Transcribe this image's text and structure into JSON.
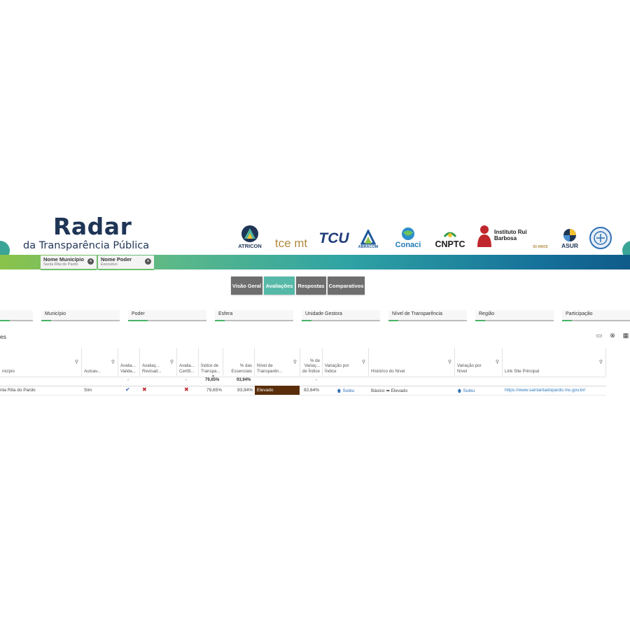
{
  "brand": {
    "title": "Radar",
    "subtitle": "da Transparência Pública"
  },
  "partners": [
    {
      "name": "ATRICON",
      "icon": "atricon-logo",
      "color": "#1f3556"
    },
    {
      "name": "tce mt",
      "icon": "tce-mt-logo",
      "color": "#b08a3e"
    },
    {
      "name": "TCU",
      "icon": "tcu-logo",
      "color": "#1f3c7a"
    },
    {
      "name": "ABRACOM",
      "icon": "abracom-logo",
      "color": "#1f5a9a"
    },
    {
      "name": "Conaci",
      "icon": "conaci-logo",
      "color": "#1f7bb5"
    },
    {
      "name": "CNPTC",
      "icon": "cnptc-logo",
      "color": "#1a1a1a"
    },
    {
      "name": "Instituto Rui Barbosa",
      "icon": "irb-logo",
      "color": "#c0272d"
    },
    {
      "name": "50 ANOS",
      "icon": "anniversary-logo",
      "color": "#b08a3e"
    },
    {
      "name": "ASUR",
      "icon": "asur-logo",
      "color": "#1f3556"
    },
    {
      "name": "",
      "icon": "seal-logo",
      "color": "#2f6fb5"
    }
  ],
  "active_filters": [
    {
      "label": "Nome Município",
      "value": "Santa Rita do Pardo"
    },
    {
      "label": "Nome Poder",
      "value": "Executivo"
    }
  ],
  "tabs": [
    {
      "label": "Visão Geral",
      "active": false
    },
    {
      "label": "Avaliações",
      "active": true
    },
    {
      "label": "Respostas",
      "active": false
    },
    {
      "label": "Comparativos",
      "active": false
    }
  ],
  "filters": [
    "Município",
    "Poder",
    "Esfera",
    "Unidade Gestora",
    "Nível de Transparência",
    "Região",
    "Participação"
  ],
  "table": {
    "title": "es",
    "columns": [
      "nicípio",
      "Autoav...",
      "Avalia... Valida...",
      "Avaliaç... Revisad...",
      "Avalia... Certifi...",
      "Índice de Transpa...",
      "% das Essenciais",
      "Nível de Transparên...",
      "% de Variaç... de Índice",
      "Variação por Índice",
      "Histórico do Nível",
      "Variação por Nível",
      "Link Site Principal"
    ],
    "summary": {
      "avaliacao_validada": "-",
      "avaliacao_certificada": "-",
      "indice": "79,65%",
      "essenciais": "93,94%",
      "variacao_indice": "-"
    },
    "rows": [
      {
        "municipio": "nta Rita do Pardo",
        "autoavaliacao": "Sim",
        "validada": "✔",
        "revisada": "✖",
        "certificada": "✖",
        "indice": "79,65%",
        "essenciais": "93,94%",
        "nivel": "Elevado",
        "variacao_indice_pct": "82,64%",
        "variacao_indice": "Subiu",
        "historico": "Básico ➡ Elevado",
        "variacao_nivel": "Subiu",
        "link": "https://www.santaritadopardo.ms.gov.br/"
      }
    ]
  },
  "colors": {
    "active_tab": "#56b9a8",
    "tab": "#6e6e6e",
    "nivel_elevado": "#5a2e0a",
    "brand": "#1f3556"
  }
}
